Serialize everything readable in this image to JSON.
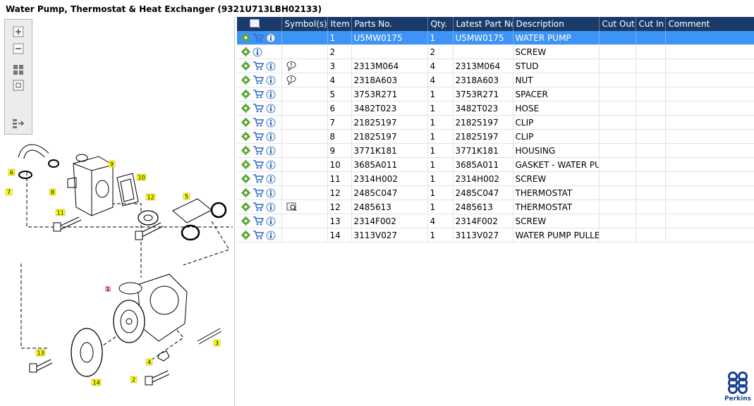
{
  "window": {
    "title": "Water Pump, Thermostat & Heat Exchanger (9321U713LBH02133)"
  },
  "toolbar": {
    "buttons": [
      {
        "name": "zoom-in-button",
        "icon": "zoom-in-icon"
      },
      {
        "name": "zoom-out-button",
        "icon": "zoom-out-icon"
      },
      {
        "name": "fit-all-button",
        "icon": "fit-all-icon"
      },
      {
        "name": "fit-window-button",
        "icon": "fit-window-icon"
      },
      {
        "name": "export-button",
        "icon": "export-icon"
      }
    ]
  },
  "diagram": {
    "callouts": [
      "1",
      "2",
      "3",
      "4",
      "5",
      "6",
      "7",
      "8",
      "9",
      "10",
      "11",
      "12",
      "13",
      "14"
    ]
  },
  "grid": {
    "headers": [
      "",
      "Symbol(s)",
      "Item",
      "Parts No.",
      "Qty.",
      "Latest Part No.",
      "Description",
      "Cut Out",
      "Cut In",
      "Comment"
    ],
    "rows": [
      {
        "item": "1",
        "part": "U5MW0175",
        "qty": "1",
        "latest": "U5MW0175",
        "desc": "WATER PUMP",
        "cart": true,
        "symbol": "",
        "selected": true
      },
      {
        "item": "2",
        "part": "",
        "qty": "2",
        "latest": "",
        "desc": "SCREW",
        "cart": false,
        "symbol": "",
        "selected": false
      },
      {
        "item": "3",
        "part": "2313M064",
        "qty": "4",
        "latest": "2313M064",
        "desc": "STUD",
        "cart": true,
        "symbol": "comment",
        "selected": false
      },
      {
        "item": "4",
        "part": "2318A603",
        "qty": "4",
        "latest": "2318A603",
        "desc": "NUT",
        "cart": true,
        "symbol": "comment",
        "selected": false
      },
      {
        "item": "5",
        "part": "3753R271",
        "qty": "1",
        "latest": "3753R271",
        "desc": "SPACER",
        "cart": true,
        "symbol": "",
        "selected": false
      },
      {
        "item": "6",
        "part": "3482T023",
        "qty": "1",
        "latest": "3482T023",
        "desc": "HOSE",
        "cart": true,
        "symbol": "",
        "selected": false
      },
      {
        "item": "7",
        "part": "21825197",
        "qty": "1",
        "latest": "21825197",
        "desc": "CLIP",
        "cart": true,
        "symbol": "",
        "selected": false
      },
      {
        "item": "8",
        "part": "21825197",
        "qty": "1",
        "latest": "21825197",
        "desc": "CLIP",
        "cart": true,
        "symbol": "",
        "selected": false
      },
      {
        "item": "9",
        "part": "3771K181",
        "qty": "1",
        "latest": "3771K181",
        "desc": "HOUSING",
        "cart": true,
        "symbol": "",
        "selected": false
      },
      {
        "item": "10",
        "part": "3685A011",
        "qty": "1",
        "latest": "3685A011",
        "desc": "GASKET - WATER PUMP",
        "cart": true,
        "symbol": "",
        "selected": false
      },
      {
        "item": "11",
        "part": "2314H002",
        "qty": "1",
        "latest": "2314H002",
        "desc": "SCREW",
        "cart": true,
        "symbol": "",
        "selected": false
      },
      {
        "item": "12",
        "part": "2485C047",
        "qty": "1",
        "latest": "2485C047",
        "desc": "THERMOSTAT",
        "cart": true,
        "symbol": "",
        "selected": false
      },
      {
        "item": "12",
        "part": "2485613",
        "qty": "1",
        "latest": "2485613",
        "desc": "THERMOSTAT",
        "cart": true,
        "symbol": "view",
        "selected": false
      },
      {
        "item": "13",
        "part": "2314F002",
        "qty": "4",
        "latest": "2314F002",
        "desc": "SCREW",
        "cart": true,
        "symbol": "",
        "selected": false
      },
      {
        "item": "14",
        "part": "3113V027",
        "qty": "1",
        "latest": "3113V027",
        "desc": "WATER PUMP PULLEY",
        "cart": true,
        "symbol": "",
        "selected": false
      }
    ]
  },
  "brand": {
    "name": "Perkins",
    "color": "#1c3f94"
  },
  "colors": {
    "header": "#1a3a6a",
    "selected": "#3d94f6",
    "callout": "#ffff00",
    "callout_pink": "#f4a0b0"
  }
}
